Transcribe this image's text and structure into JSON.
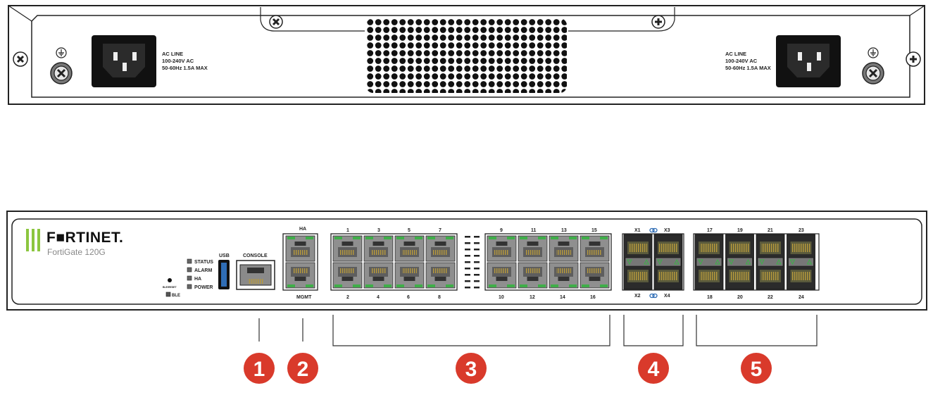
{
  "rear_panel": {
    "power_left": {
      "line1": "AC LINE",
      "line2": "100-240V AC",
      "line3": "50-60Hz 1.5A MAX"
    },
    "power_right": {
      "line1": "AC LINE",
      "line2": "100-240V AC",
      "line3": "50-60Hz 1.5A MAX"
    }
  },
  "front_panel": {
    "brand": "F■RTINET.",
    "model": "FortiGate 120G",
    "leds": [
      "STATUS",
      "ALARM",
      "HA",
      "POWER"
    ],
    "usb_label": "USB",
    "console_label": "CONSOLE",
    "ha_label": "HA",
    "mgmt_label": "MGMT",
    "rst_label": "BLE/RESET",
    "ble_label": "BLE",
    "rj45_top_labels": [
      "1",
      "3",
      "5",
      "7",
      "9",
      "11",
      "13",
      "15"
    ],
    "rj45_bottom_labels": [
      "2",
      "4",
      "6",
      "8",
      "10",
      "12",
      "14",
      "16"
    ],
    "x_top_labels": [
      "X1",
      "X3"
    ],
    "x_bottom_labels": [
      "X2",
      "X4"
    ],
    "sfp_top_labels": [
      "17",
      "19",
      "21",
      "23"
    ],
    "sfp_bottom_labels": [
      "18",
      "20",
      "22",
      "24"
    ]
  },
  "callouts": [
    "1",
    "2",
    "3",
    "4",
    "5"
  ],
  "colors": {
    "callout_red": "#d93a2b",
    "brand_green": "#8cc63f",
    "port_led_green": "#3fae49",
    "usb_blue": "#2f6db5"
  }
}
